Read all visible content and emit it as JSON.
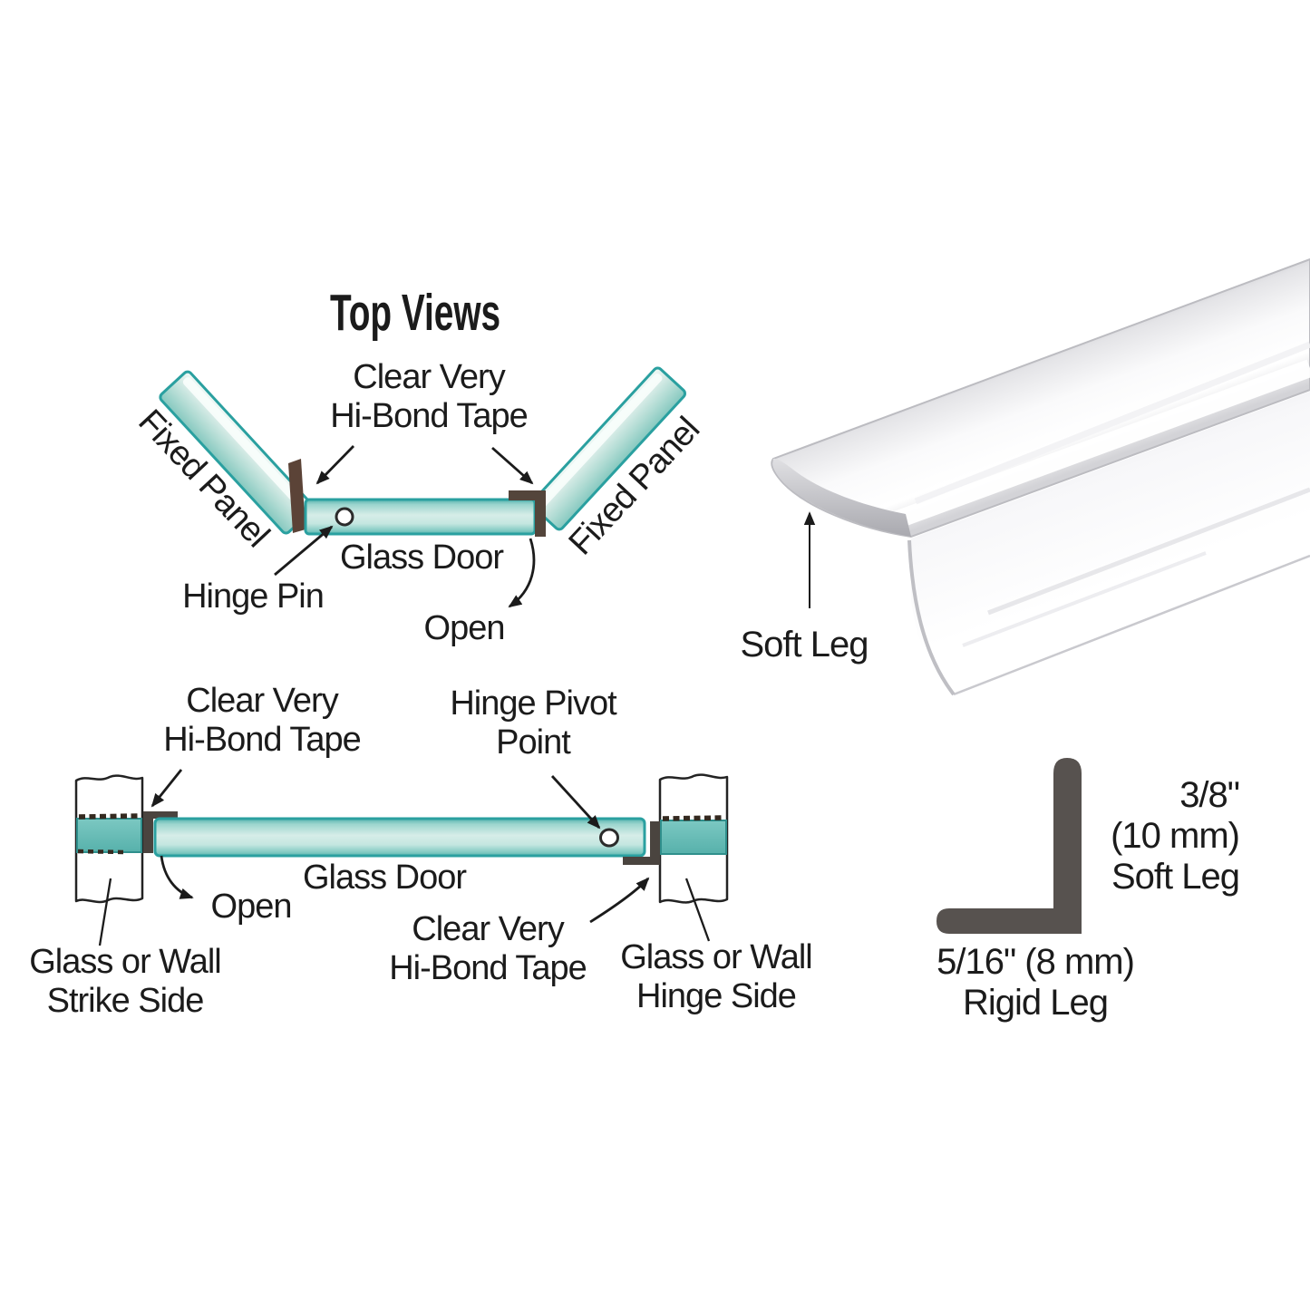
{
  "top_view": {
    "title": "Top Views",
    "tape_label": "Clear Very\nHi-Bond Tape",
    "fixed_panel_left_label": "Fixed Panel",
    "fixed_panel_right_label": "Fixed Panel",
    "glass_door_label": "Glass Door",
    "hinge_pin_label": "Hinge Pin",
    "open_label": "Open"
  },
  "side_view": {
    "tape_label_strike": "Clear Very\nHi-Bond Tape",
    "hinge_pivot_label": "Hinge Pivot\nPoint",
    "glass_door_label": "Glass Door",
    "open_label": "Open",
    "tape_label_hinge": "Clear Very\nHi-Bond Tape",
    "strike_side_label": "Glass or Wall\nStrike Side",
    "hinge_side_label": "Glass or Wall\nHinge Side"
  },
  "seal_photo": {
    "soft_leg_callout": "Soft Leg"
  },
  "cross_section": {
    "soft_leg_dimension": "3/8\"\n(10 mm)\nSoft Leg",
    "rigid_leg_dimension": "5/16\" (8 mm)\nRigid Leg"
  },
  "colors": {
    "glass_edge_teal": "#2aa0a0",
    "glass_fill_light": "#cdeae4",
    "glass_fill_mid": "#8fd0c8",
    "tape_brown": "#5b4337",
    "seal_dark_gray": "#4a443f",
    "section_gray": "#57524f",
    "text_black": "#1b1b1b",
    "outline_black": "#232323"
  }
}
